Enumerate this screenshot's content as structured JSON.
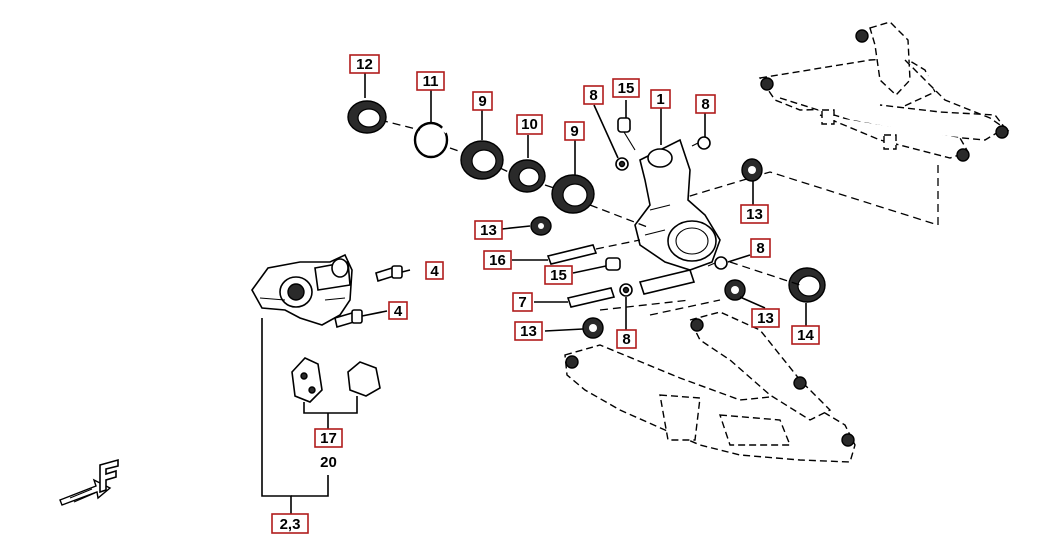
{
  "callouts": {
    "c12": "12",
    "c11": "11",
    "c9a": "9",
    "c10": "10",
    "c9b": "9",
    "c8a": "8",
    "c15a": "15",
    "c1": "1",
    "c8b": "8",
    "c13a": "13",
    "c13b": "13",
    "c16": "16",
    "c15b": "15",
    "c8c": "8",
    "c4a": "4",
    "c4b": "4",
    "c7": "7",
    "c13c": "13",
    "c8d": "8",
    "c13d": "13",
    "c14": "14",
    "c17": "17",
    "c23": "2,3"
  },
  "labels": {
    "l20": "20"
  },
  "direction_marker": {
    "letter": "F",
    "icon": "front-direction-arrow-icon"
  },
  "colors": {
    "callout_border": "#b01c1c",
    "ink": "#000000"
  }
}
